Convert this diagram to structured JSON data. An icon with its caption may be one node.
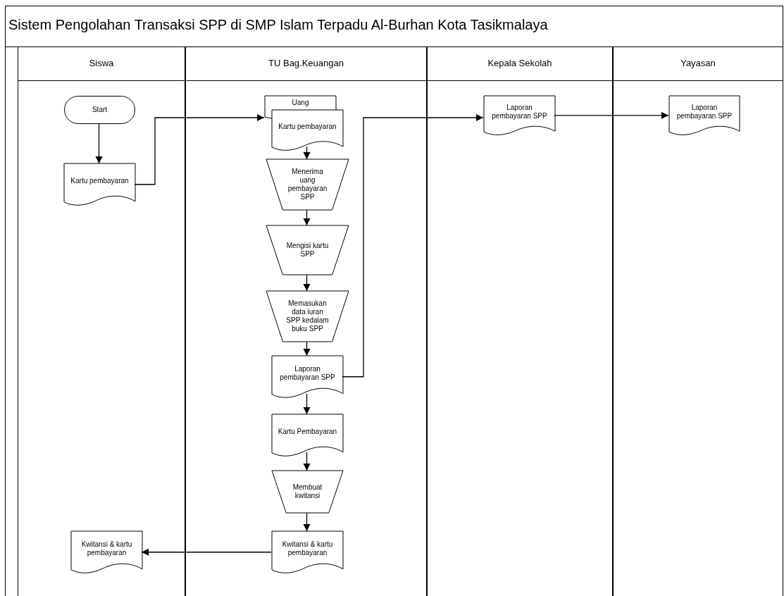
{
  "diagram": {
    "title": "Sistem Pengolahan Transaksi SPP di SMP Islam Terpadu Al-Burhan Kota Tasikmalaya",
    "nodes": [
      {
        "text": [
          "Siswa"
        ]
      },
      {
        "text": [
          "TU Bag.Keuangan"
        ]
      },
      {
        "text": [
          "Kepala Sekolah"
        ]
      },
      {
        "text": [
          "Yayasan"
        ]
      },
      {
        "text": [
          "Start"
        ],
        "in": 0
      },
      {
        "text": [
          "Kartu pembayaran"
        ],
        "in": 0
      },
      {
        "text": [
          "Uang"
        ],
        "in": 1
      },
      {
        "text": [
          "Kartu pembayaran"
        ],
        "in": 1
      },
      {
        "text": [
          "Menerima uang pembayaran SPP"
        ],
        "in": 1
      },
      {
        "text": [
          "Mengisi kartu SPP"
        ],
        "in": 1
      },
      {
        "text": [
          "Memasukan data iuran SPP kedalam buku SPP"
        ],
        "in": 1
      },
      {
        "text": [
          "Laporan pembayaran SPP"
        ],
        "in": 1
      },
      {
        "text": [
          "Kartu Pembayaran"
        ],
        "in": 1
      },
      {
        "text": [
          "Membuat kwitansi"
        ],
        "in": 1
      },
      {
        "text": [
          "Kwitansi & kartu pembayaran"
        ],
        "in": 1
      },
      {
        "text": [
          "Kwitansi & kartu pembayaran"
        ],
        "in": 0
      },
      {
        "text": [
          "Laporan pembayaran SPP"
        ],
        "in": 2
      },
      {
        "text": [
          "Laporan pembayaran SPP"
        ],
        "in": 3
      }
    ],
    "edges": [
      {
        "from": 4,
        "to": 5,
        "arrow": "to"
      },
      {
        "from": 5,
        "to": 6,
        "arrow": "to"
      },
      {
        "from": 7,
        "to": 8,
        "arrow": "to"
      },
      {
        "from": 8,
        "to": 9,
        "arrow": "to"
      },
      {
        "from": 9,
        "to": 10,
        "arrow": "to"
      },
      {
        "from": 10,
        "to": 11,
        "arrow": "to"
      },
      {
        "from": 11,
        "to": 16,
        "arrow": "to"
      },
      {
        "from": 11,
        "to": 12,
        "arrow": "to"
      },
      {
        "from": 12,
        "to": 13,
        "arrow": "to"
      },
      {
        "from": 13,
        "to": 14,
        "arrow": "to"
      },
      {
        "from": 14,
        "to": 15,
        "arrow": "to"
      },
      {
        "from": 16,
        "to": 17,
        "arrow": "to"
      }
    ]
  }
}
